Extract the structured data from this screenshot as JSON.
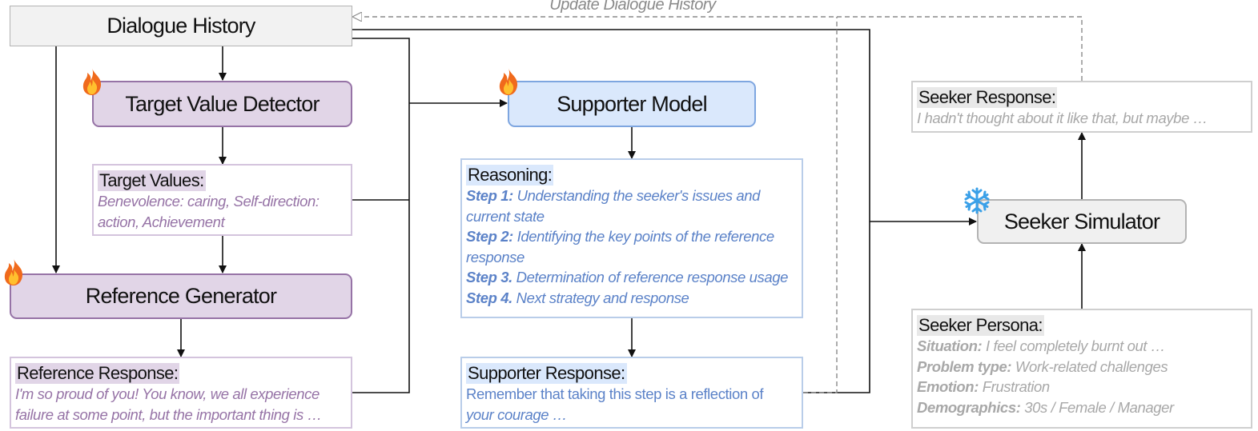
{
  "update_label": "Update Dialogue History",
  "dialogue_history": {
    "label": "Dialogue History"
  },
  "target_value_detector": {
    "label": "Target Value Detector",
    "icon": "flame-icon"
  },
  "target_values": {
    "title": "Target Values:",
    "lines": [
      "Benevolence: caring, Self-direction:",
      "action, Achievement"
    ]
  },
  "reference_generator": {
    "label": "Reference Generator",
    "icon": "flame-icon"
  },
  "reference_response": {
    "title": "Reference Response:",
    "lines": [
      "I'm so proud of you! You know, we all experience",
      "failure at some point, but the important thing is …"
    ]
  },
  "supporter_model": {
    "label": "Supporter Model",
    "icon": "flame-icon"
  },
  "reasoning": {
    "title": "Reasoning:",
    "steps": [
      {
        "key": "Step 1:",
        "text": "Understanding the seeker's issues and",
        "cont": "current state"
      },
      {
        "key": "Step 2:",
        "text": "Identifying the key points of the reference",
        "cont": "response"
      },
      {
        "key": "Step 3.",
        "text": "Determination of reference response usage"
      },
      {
        "key": "Step 4.",
        "text": "Next strategy and response"
      }
    ]
  },
  "supporter_response": {
    "title": "Supporter Response:",
    "line1": "Remember that taking this step is a reflection of",
    "line2": "your courage …"
  },
  "seeker_response": {
    "title": "Seeker Response:",
    "line": "I hadn't thought about it like that, but maybe …"
  },
  "seeker_simulator": {
    "label": "Seeker Simulator",
    "icon": "snowflake-icon"
  },
  "seeker_persona": {
    "title": "Seeker Persona:",
    "rows": [
      {
        "key": "Situation:",
        "value": "I feel completely burnt out …"
      },
      {
        "key": "Problem type:",
        "value": "Work-related challenges"
      },
      {
        "key": "Emotion:",
        "value": "Frustration"
      },
      {
        "key": "Demographics:",
        "value": "30s / Female / Manager"
      }
    ]
  },
  "colors": {
    "purple_fill": "#e1d5e7",
    "purple_stroke": "#9673a6",
    "blue_fill": "#dae8fc",
    "blue_stroke": "#7ea6e0",
    "gray_fill": "#f0f0f0",
    "gray_stroke": "#b3b3b3"
  }
}
